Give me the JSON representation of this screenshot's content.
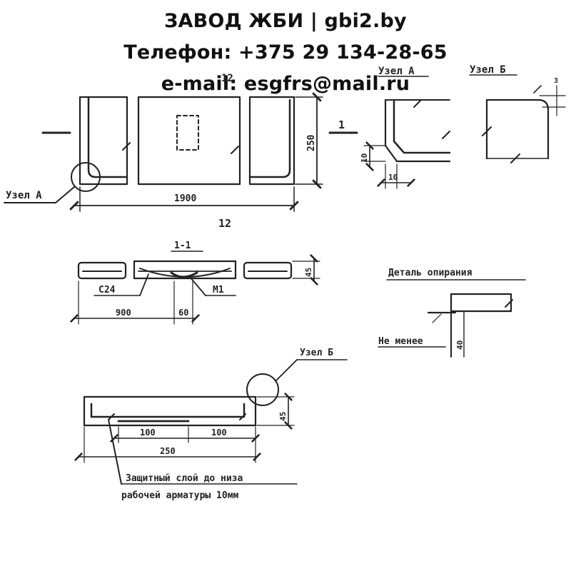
{
  "header": {
    "line1": "ЗАВОД ЖБИ | gbi2.by",
    "line2": "Телефон: +375 29 134-28-65",
    "line3": "e-mail: esgfrs@mail.ru"
  },
  "plan": {
    "node_a_label": "Узел А",
    "length_dim": "1900",
    "height_dim": "250",
    "section_mark": "1",
    "rebar_mark": "12"
  },
  "detail_a": {
    "title": "Узел А",
    "dim_vertical": "10",
    "dim_horizontal": "10"
  },
  "detail_b": {
    "title": "Узел Б",
    "dim_small": "3"
  },
  "section": {
    "title": "1-1",
    "rebar_label": "С24",
    "loop_label": "М1",
    "dim_a": "900",
    "dim_b": "60",
    "dim_height": "45"
  },
  "support": {
    "title": "Деталь опирания",
    "label": "Не менее",
    "dim": "40"
  },
  "cross": {
    "node_b_label": "Узел Б",
    "dim_height": "45",
    "dim_left": "100",
    "dim_right": "100",
    "dim_total": "250",
    "note_line1": "Защитный слой до низа",
    "note_line2": "рабочей арматуры 10мм"
  }
}
